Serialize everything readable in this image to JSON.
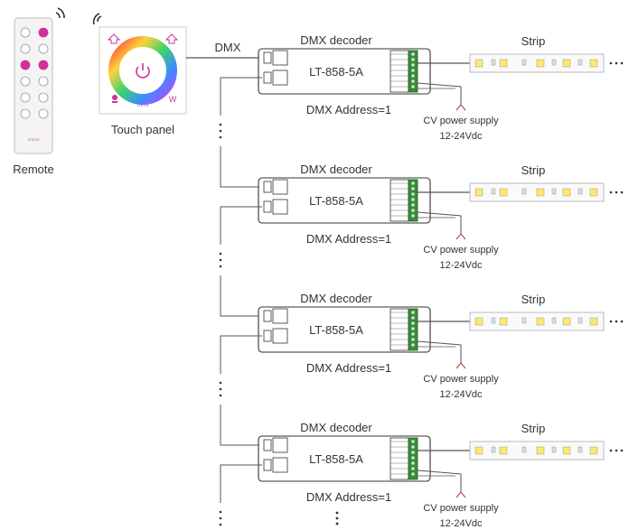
{
  "remote": {
    "label": "Remote",
    "brand": "LTECH",
    "buttons_rows": 6
  },
  "touch_panel": {
    "label": "Touch panel",
    "brand": "LTECH",
    "w_label": "W"
  },
  "signal_label": "DMX",
  "decoders": [
    {
      "title": "DMX decoder",
      "model": "LT-858-5A",
      "address": "DMX Address=1",
      "power_line1": "CV power supply",
      "power_line2": "12-24Vdc",
      "strip": "Strip"
    },
    {
      "title": "DMX decoder",
      "model": "LT-858-5A",
      "address": "DMX Address=1",
      "power_line1": "CV power supply",
      "power_line2": "12-24Vdc",
      "strip": "Strip"
    },
    {
      "title": "DMX decoder",
      "model": "LT-858-5A",
      "address": "DMX Address=1",
      "power_line1": "CV power supply",
      "power_line2": "12-24Vdc",
      "strip": "Strip"
    },
    {
      "title": "DMX decoder",
      "model": "LT-858-5A",
      "address": "DMX Address=1",
      "power_line1": "CV power supply",
      "power_line2": "12-24Vdc",
      "strip": "Strip"
    }
  ],
  "colors": {
    "line": "#555555",
    "terminal_green": "#3a8a3a",
    "led_yellow": "#ffe86a",
    "remote_accent": "#d0319a"
  }
}
